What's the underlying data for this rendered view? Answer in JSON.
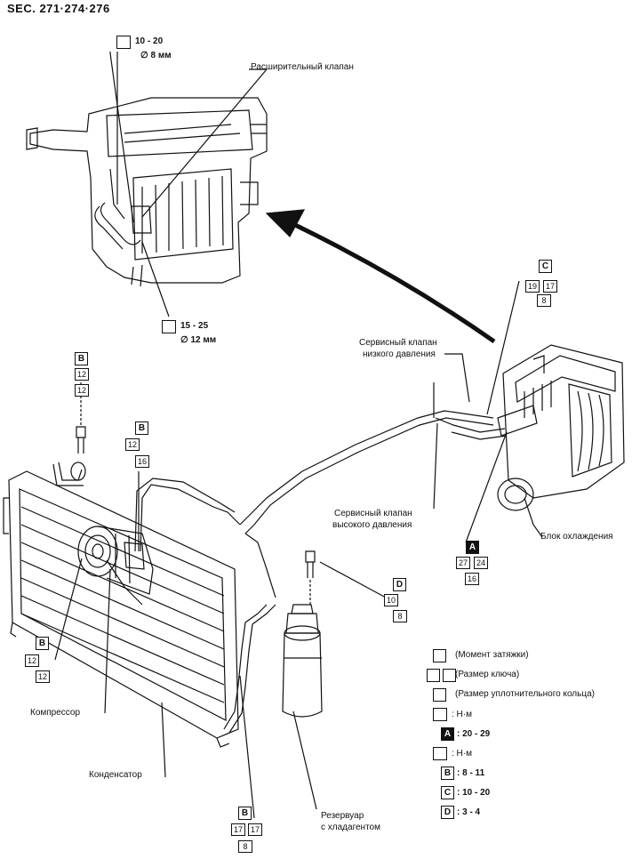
{
  "section": "SEC. 271·274·276",
  "top": {
    "torque1": "10 - 20",
    "dia1": "∅ 8 мм",
    "valve_label": "Расширительный клапан",
    "torque2": "15 - 25",
    "dia2": "∅ 12 мм"
  },
  "labels": {
    "low_valve_1": "Сервисный клапан",
    "low_valve_2": "низкого давления",
    "high_valve_1": "Сервисный клапан",
    "high_valve_2": "высокого давления",
    "cooling_unit": "Блок охлаждения",
    "compressor": "Компрессор",
    "condenser": "Конденсатор",
    "receiver_1": "Резервуар",
    "receiver_2": "с хладагентом"
  },
  "callouts": {
    "c_letter": "C",
    "c_v1": "19",
    "c_v2": "17",
    "c_v3": "8",
    "a_letter": "A",
    "a_v1": "27",
    "a_v2": "24",
    "a_v3": "16",
    "d_letter": "D",
    "d_v1": "10",
    "d_v2": "8",
    "b1_letter": "B",
    "b1_v1": "12",
    "b1_v2": "12",
    "b2_letter": "B",
    "b2_v1": "12",
    "b2_v2": "16",
    "b3_letter": "B",
    "b3_v1": "12",
    "b3_v2": "12",
    "b4_letter": "B",
    "b4_v1": "17",
    "b4_v2": "17",
    "b4_v3": "8"
  },
  "legend": {
    "torque": "(Момент затяжки)",
    "wrench": "(Размер ключа)",
    "oring": "(Размер уплотнительного кольца)",
    "nm1": ": Н·м",
    "a_letter": "A",
    "a_val": ": 20 - 29",
    "nm2": ": Н·м",
    "b_letter": "B",
    "b_val": ": 8 - 11",
    "c_letter": "C",
    "c_val": ": 10 - 20",
    "d_letter": "D",
    "d_val": ": 3 - 4"
  }
}
